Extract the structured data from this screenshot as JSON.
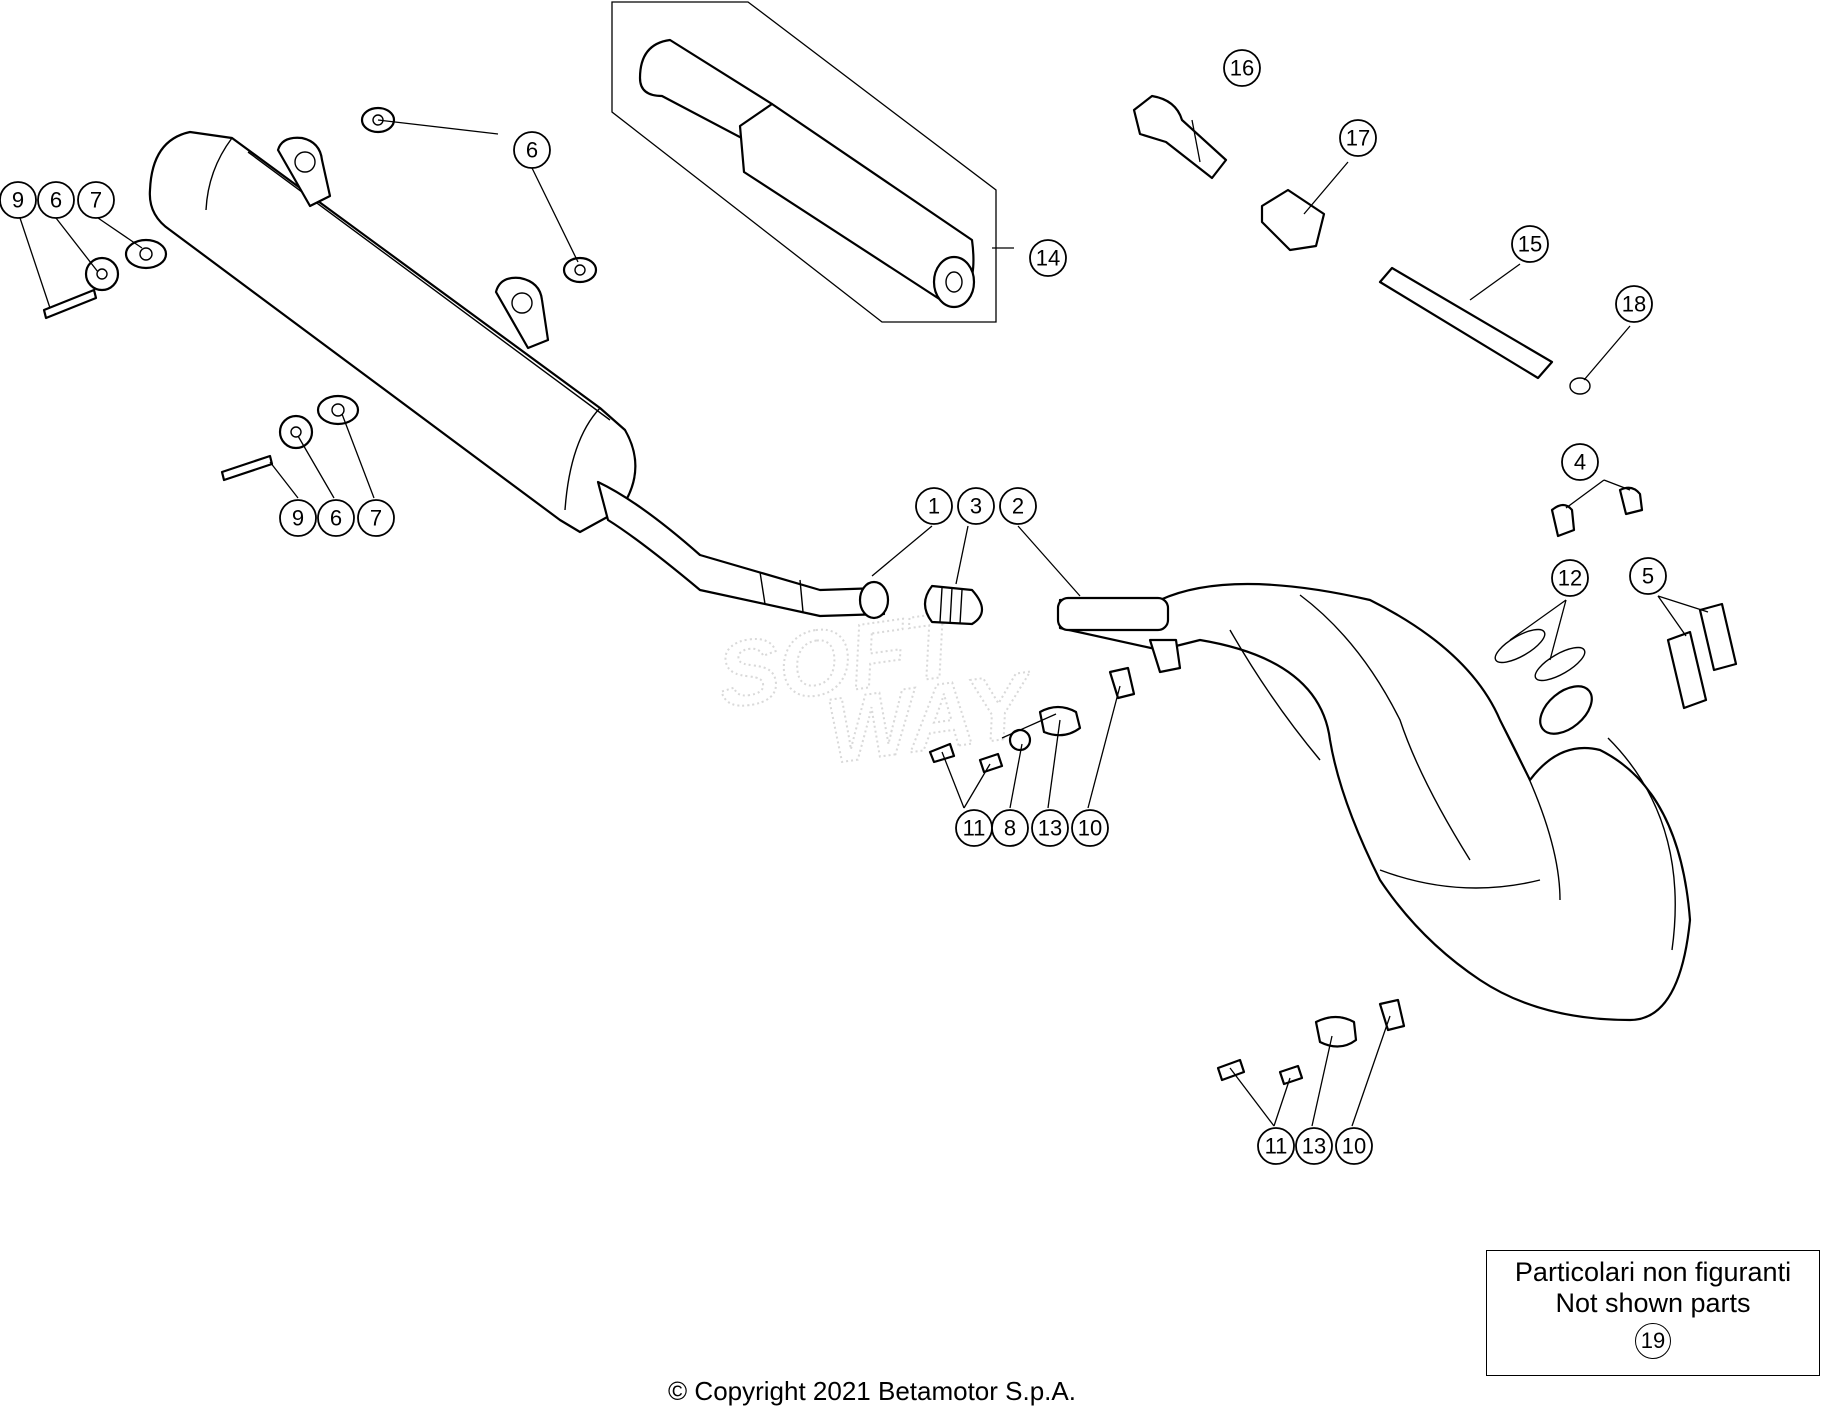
{
  "watermark": {
    "line1": "SOFT",
    "line2": "WAY"
  },
  "callouts": {
    "c1": "1",
    "c2": "2",
    "c3": "3",
    "c4": "4",
    "c5": "5",
    "c6a": "6",
    "c6b": "6",
    "c6c": "6",
    "c7a": "7",
    "c7b": "7",
    "c8": "8",
    "c9a": "9",
    "c9b": "9",
    "c10a": "10",
    "c10b": "10",
    "c11a": "11",
    "c11b": "11",
    "c12": "12",
    "c13a": "13",
    "c13b": "13",
    "c14": "14",
    "c15": "15",
    "c16": "16",
    "c17": "17",
    "c18": "18"
  },
  "legend": {
    "line_it": "Particolari non figuranti",
    "line_en": "Not shown parts",
    "number": "19"
  },
  "copyright": "© Copyright 2021 Betamotor S.p.A."
}
